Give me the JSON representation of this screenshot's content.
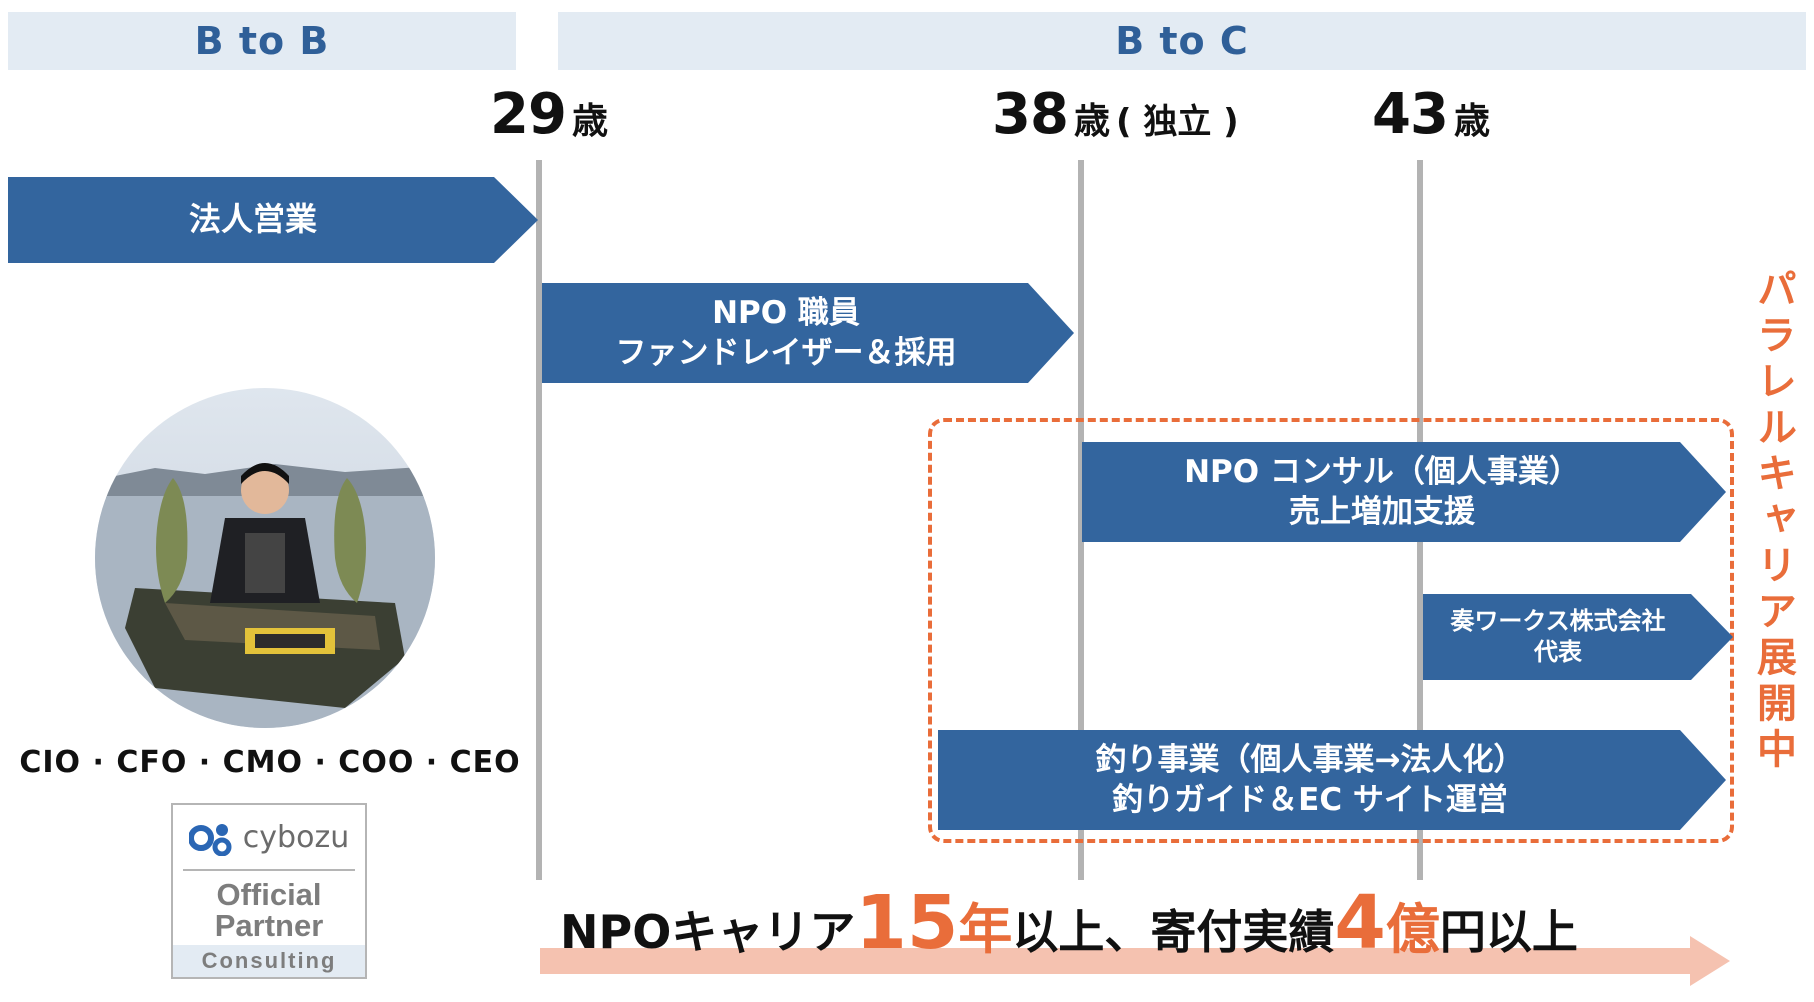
{
  "headers": {
    "btob": "B to B",
    "btoc": "B to C"
  },
  "ages": [
    {
      "num": "29",
      "unit": "歳",
      "note": ""
    },
    {
      "num": "38",
      "unit": "歳",
      "note": "( 独立 )"
    },
    {
      "num": "43",
      "unit": "歳",
      "note": ""
    }
  ],
  "arrows": {
    "sales": {
      "line1": "法人営業"
    },
    "npo_staff": {
      "line1": "NPO 職員",
      "line2": "ファンドレイザー＆採用"
    },
    "npo_consul": {
      "line1": "NPO コンサル（個人事業）",
      "line2": "売上増加支援"
    },
    "kanade": {
      "line1": "奏ワークス株式会社",
      "line2": "代表"
    },
    "fishing": {
      "line1": "釣り事業（個人事業→法人化）",
      "line2": "釣りガイド＆EC サイト運営"
    }
  },
  "parallel_label": "パラレルキャリア展開中",
  "roles": "CIO · CFO · CMO · COO · CEO",
  "badge": {
    "brand": "cybozu",
    "official": "Official",
    "partner": "Partner",
    "consulting": "Consulting"
  },
  "bottom": {
    "p1": "NPOキャリア",
    "n1": "15",
    "u1": "年",
    "p2": "以上、寄付実績 ",
    "n2": "4",
    "u2": "億",
    "p3": "円以上"
  },
  "colors": {
    "arrow": "#33659e",
    "accent": "#e96d3a",
    "header_bg": "#e3ebf3",
    "timeline": "#b3b3b3"
  }
}
